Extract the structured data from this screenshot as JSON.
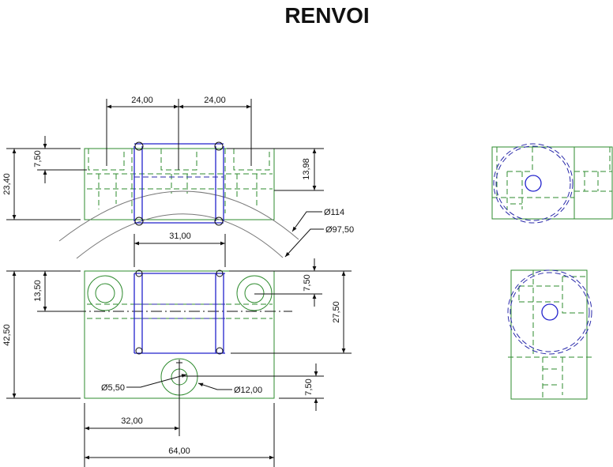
{
  "title": "RENVOI",
  "dimensions": {
    "top_left_24": "24,00",
    "top_right_24": "24,00",
    "top_height_750": "7,50",
    "top_total_2340": "23,40",
    "top_right_1398": "13,98",
    "dia_114": "Ø114",
    "dia_9750": "Ø97,50",
    "width_31": "31,00",
    "front_total_4250": "42,50",
    "front_1350": "13,50",
    "front_right_750": "7,50",
    "front_2750": "27,50",
    "front_bottom_750": "7,50",
    "dia_550": "Ø5,50",
    "dia_12": "Ø12,00",
    "width_32": "32,00",
    "width_64": "64,00"
  }
}
